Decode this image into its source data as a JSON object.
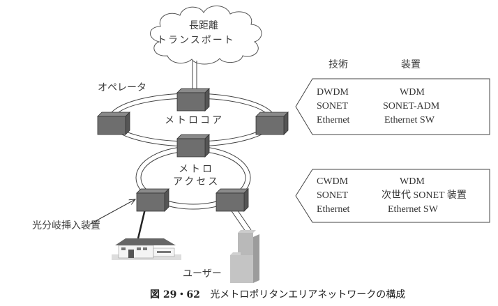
{
  "diagram": {
    "cloud_label": [
      "長距離",
      "トランスポート"
    ],
    "operator_label": "オペレータ",
    "metro_core_label": "メトロコア",
    "metro_access_label": [
      "メトロ",
      "アクセス"
    ],
    "oadm_label": "光分岐挿入装置",
    "user_label": "ユーザー",
    "colors": {
      "node_fill": "#6e6e6e",
      "node_top": "#8a8a8a",
      "node_side": "#555555",
      "line": "#333333",
      "building": "#b8b8b8"
    }
  },
  "panels": {
    "header": {
      "tech": "技術",
      "device": "装置"
    },
    "core": {
      "rows": [
        {
          "tech": "DWDM",
          "device": "WDM"
        },
        {
          "tech": "SONET",
          "device": "SONET-ADM"
        },
        {
          "tech": "Ethernet",
          "device": "Ethernet SW"
        }
      ]
    },
    "access": {
      "rows": [
        {
          "tech": "CWDM",
          "device": "WDM"
        },
        {
          "tech": "SONET",
          "device": "次世代 SONET 装置"
        },
        {
          "tech": "Ethernet",
          "device": "Ethernet SW"
        }
      ]
    }
  },
  "caption": {
    "number": "図 29・62",
    "title": "光メトロポリタンエリアネットワークの構成"
  }
}
